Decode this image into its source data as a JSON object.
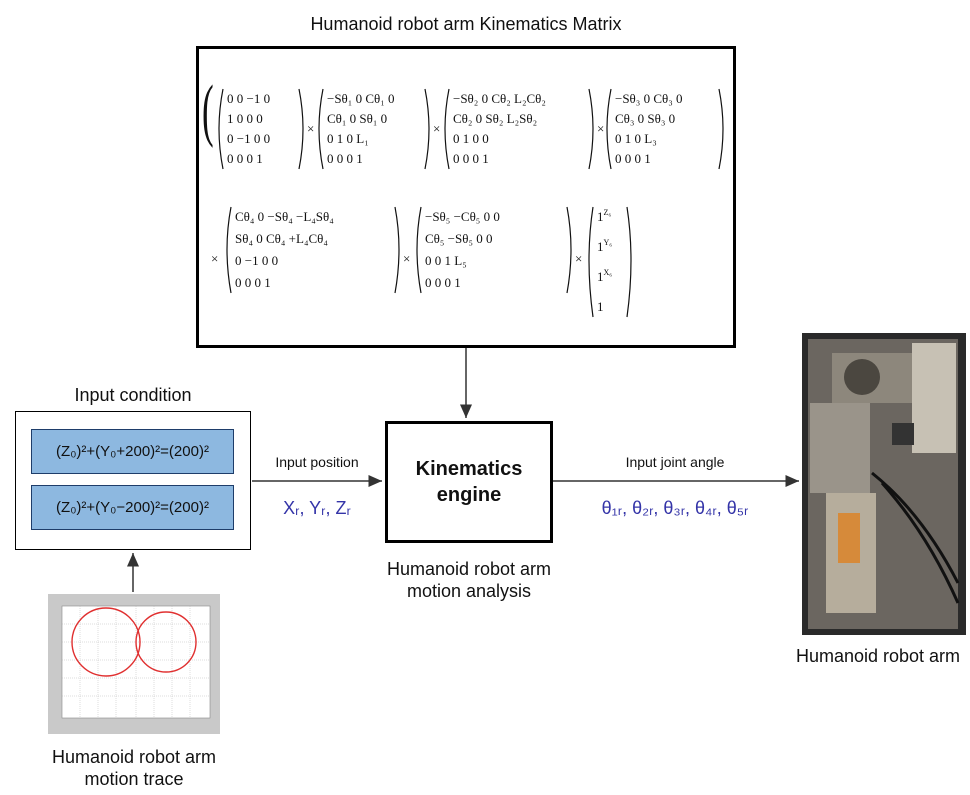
{
  "matrix": {
    "title": "Humanoid robot arm Kinematics Matrix",
    "row1": [
      "⎛0 0 −1 0⎞ 1 0 0 0 │ 0 −1 0 0 │ 0 0 0 1",
      "−Sθ₁ 0 Cθ₁ 0 / Cθ₁ 0 Sθ₁ 0 / 0 1 0 L₁ / 0 0 0 1",
      "−Sθ₂ 0 Cθ₂ L₂Cθ₂ / Cθ₂ 0 Sθ₂ L₂Sθ₂ / 0 1 0 0 / 0 0 0 1",
      "−Sθ₃ 0 Cθ₃ 0 / Cθ₃ 0 Sθ₃ 0 / 0 1 0 L₃ / 0 0 0 1"
    ],
    "row2": [
      "Cθ₄ 0 −Sθ₄ −L₄Sθ₄ / Sθ₄ 0 Cθ₄ +L₄Cθ₄ / 0 −1 0 0 / 0 0 0 1",
      "−Sθ₅ −Cθ₅ 0 0 / Cθ₅ −Sθ₅ 0 0 / 0 0 1 L₅ / 0 0 0 1",
      "1^{Z₆} / 1^{Y₆} / 1^{X₆} / 1"
    ]
  },
  "input_condition": {
    "title": "Input condition",
    "eq1": "(Z₀)²+(Y₀+200)²=(200)²",
    "eq2": "(Z₀)²+(Y₀−200)²=(200)²"
  },
  "input_position": {
    "label": "Input position",
    "value": "Xᵣ, Yᵣ, Zᵣ"
  },
  "engine": {
    "label": "Kinematics\nengine",
    "caption": "Humanoid robot arm\nmotion analysis"
  },
  "input_joint": {
    "label": "Input joint angle",
    "value": "θ₁ᵣ, θ₂ᵣ, θ₃ᵣ, θ₄ᵣ, θ₅ᵣ"
  },
  "trace": {
    "caption": "Humanoid robot arm\nmotion trace"
  },
  "robot": {
    "caption": "Humanoid robot arm"
  },
  "colors": {
    "eq_fill": "#8db8e0",
    "trace_curve": "#e03030",
    "value_text": "#3434a8"
  }
}
